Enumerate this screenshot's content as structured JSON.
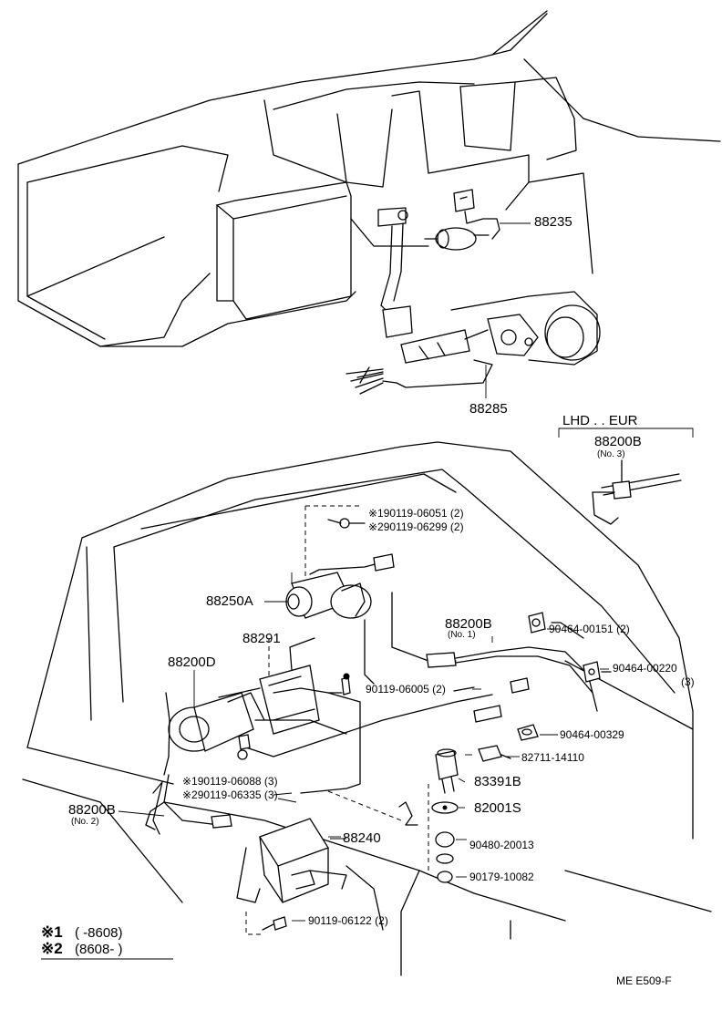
{
  "diagram": {
    "part_labels": {
      "p88235": "88235",
      "p88285": "88285",
      "lhd_header": "LHD . . EUR",
      "p88200b_no3": "88200B",
      "p88200b_no3_sub": "(No. 3)",
      "note1_90119_06051": "※190119-06051 (2)",
      "note2_90119_06299": "※290119-06299 (2)",
      "p88250a": "88250A",
      "p88291": "88291",
      "p88200b_no1": "88200B",
      "p88200b_no1_sub": "(No. 1)",
      "p90464_00151": "90464-00151 (2)",
      "p88200d": "88200D",
      "p90464_00220": "90464-00220",
      "p90464_00220_qty": "(3)",
      "p90119_06005": "90119-06005 (2)",
      "p90464_00329": "90464-00329",
      "p82711_14110": "82711-14110",
      "p83391b": "83391B",
      "note1_90119_06088": "※190119-06088 (3)",
      "note2_90119_06335": "※290119-06335 (3)",
      "p82001s": "82001S",
      "p88200b_no2": "88200B",
      "p88200b_no2_sub": "(No. 2)",
      "p88240": "88240",
      "p90480_20013": "90480-20013",
      "p90179_10082": "90179-10082",
      "p90119_06122": "90119-06122 (2)"
    },
    "legend": {
      "mark1_symbol": "※1",
      "mark1_range": "(      -8608)",
      "mark2_symbol": "※2",
      "mark2_range": "(8608-       )"
    },
    "footer_code": "ME  E509-F"
  }
}
